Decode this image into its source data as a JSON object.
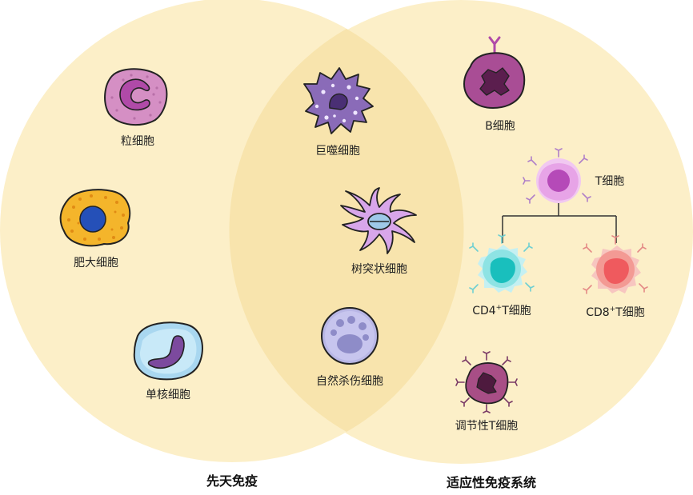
{
  "colors": {
    "circle_fill": "#fcefc8",
    "overlap_fill": "#f8e4ad",
    "connector": "#333333"
  },
  "sets": {
    "innate": {
      "label": "先天免疫"
    },
    "adaptive": {
      "label": "适应性免疫系统"
    }
  },
  "cells": {
    "granulocyte": {
      "label": "粒细胞",
      "icon": "granulocyte-icon"
    },
    "mast": {
      "label": "肥大细胞",
      "icon": "mast-cell-icon"
    },
    "monocyte": {
      "label": "单核细胞",
      "icon": "monocyte-icon"
    },
    "macrophage": {
      "label": "巨噬细胞",
      "icon": "macrophage-icon"
    },
    "dendritic": {
      "label": "树突状细胞",
      "icon": "dendritic-cell-icon"
    },
    "nk": {
      "label": "自然杀伤细胞",
      "icon": "nk-cell-icon"
    },
    "bcell": {
      "label": "B细胞",
      "icon": "b-cell-icon"
    },
    "tcell": {
      "label": "T细胞",
      "icon": "t-cell-icon"
    },
    "cd4": {
      "prefix": "CD4",
      "sup": "+",
      "suffix": "T细胞",
      "icon": "cd4-t-cell-icon"
    },
    "cd8": {
      "prefix": "CD8",
      "sup": "+",
      "suffix": "T细胞",
      "icon": "cd8-t-cell-icon"
    },
    "treg": {
      "label": "调节性T细胞",
      "icon": "regulatory-t-cell-icon"
    }
  }
}
